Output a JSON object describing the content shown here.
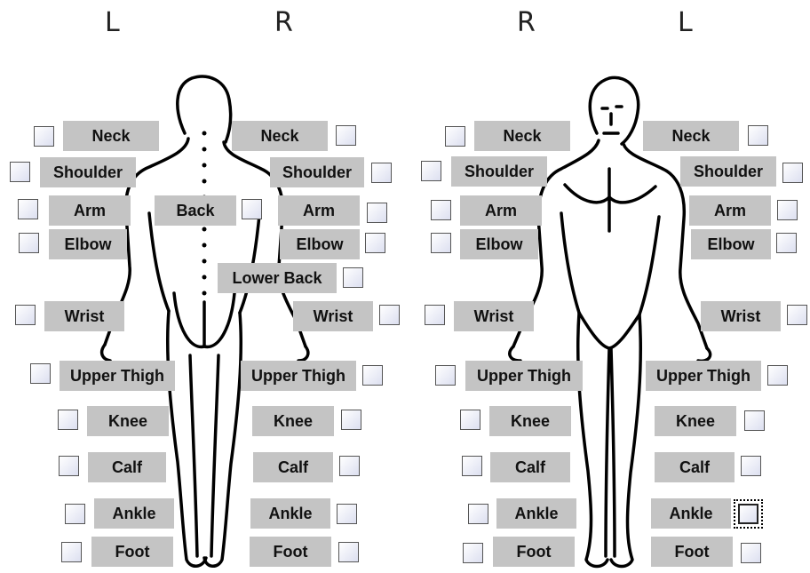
{
  "headers": {
    "back_left": "L",
    "back_right": "R",
    "front_right": "R",
    "front_left": "L"
  },
  "labels": {
    "neck": "Neck",
    "shoulder": "Shoulder",
    "arm": "Arm",
    "elbow": "Elbow",
    "back": "Back",
    "lower_back": "Lower Back",
    "wrist": "Wrist",
    "upper_thigh": "Upper Thigh",
    "knee": "Knee",
    "calf": "Calf",
    "ankle": "Ankle",
    "foot": "Foot"
  },
  "focused_checkbox": "front-left-ankle-checkbox"
}
